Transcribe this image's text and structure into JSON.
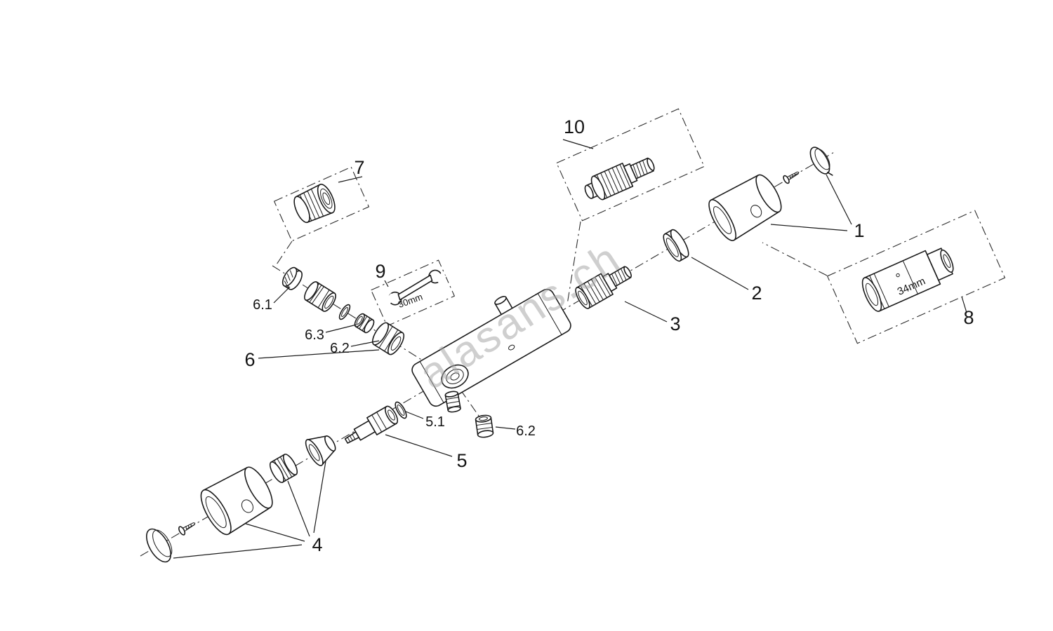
{
  "diagram": {
    "type": "exploded-parts-diagram",
    "watermark": "alasans.ch",
    "callouts": {
      "c1": "1",
      "c2": "2",
      "c3": "3",
      "c4": "4",
      "c5": "5",
      "c5_1": "5.1",
      "c6": "6",
      "c6_1": "6.1",
      "c6_3": "6.3",
      "c6_2a": "6.2",
      "c6_2b": "6.2",
      "c7": "7",
      "c8": "8",
      "c9": "9",
      "c10": "10"
    },
    "annotations": {
      "wrench_size": "30mm",
      "cartridge_size": "34mm"
    }
  }
}
